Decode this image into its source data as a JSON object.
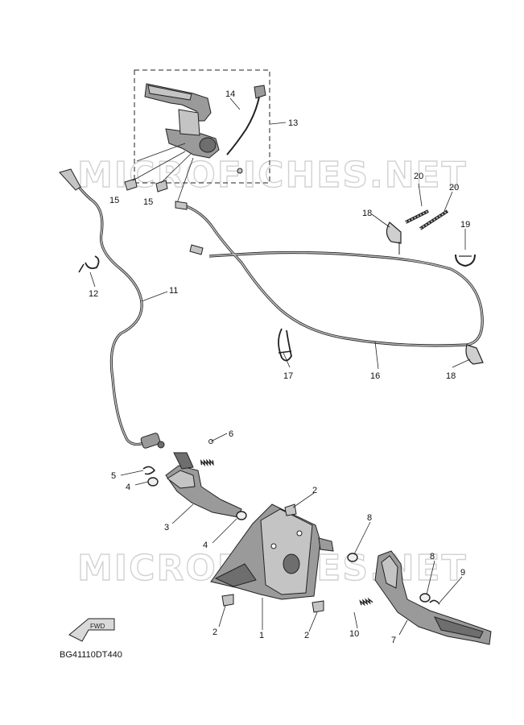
{
  "watermark": {
    "top": "MICROFICHES.NET",
    "bottom": "MICROFICHES.NET"
  },
  "diagram_code": "BG41110DT440",
  "fwd_arrow_label": "FWD",
  "callouts": {
    "c1": "1",
    "c2a": "2",
    "c2b": "2",
    "c2c": "2",
    "c3": "3",
    "c4a": "4",
    "c4b": "4",
    "c5": "5",
    "c6": "6",
    "c7": "7",
    "c8a": "8",
    "c8b": "8",
    "c9": "9",
    "c10": "10",
    "c11": "11",
    "c12": "12",
    "c13": "13",
    "c14": "14",
    "c15a": "15",
    "c15b": "15",
    "c16": "16",
    "c17": "17",
    "c18a": "18",
    "c18b": "18",
    "c19": "19",
    "c20a": "20",
    "c20b": "20"
  }
}
